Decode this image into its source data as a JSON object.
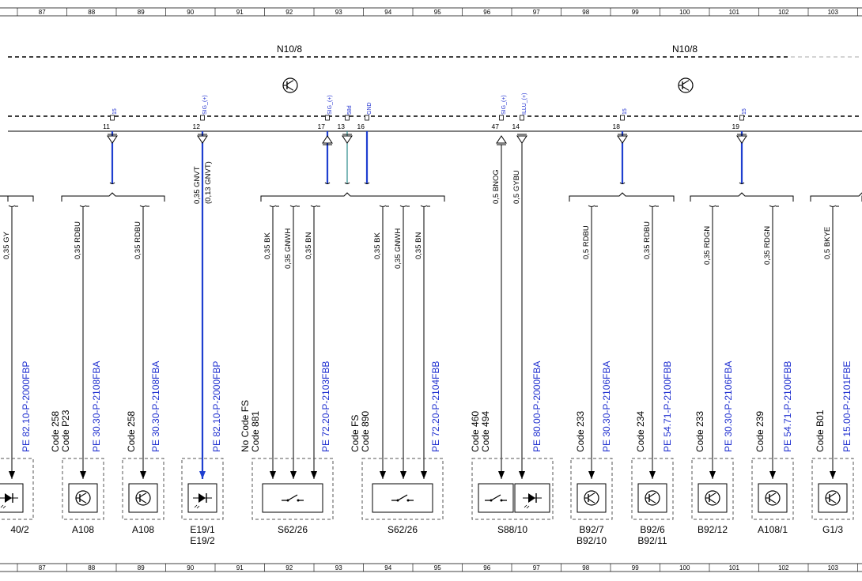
{
  "ruler": {
    "cells": [
      "87",
      "88",
      "89",
      "90",
      "91",
      "92",
      "93",
      "94",
      "95",
      "96",
      "97",
      "98",
      "99",
      "100",
      "101",
      "102",
      "103"
    ]
  },
  "module": {
    "label_left": "N10/8",
    "label_right": "N10/8"
  },
  "pins": [
    {
      "num": "11",
      "signal": "15"
    },
    {
      "num": "12",
      "signal": "SIG_(+)"
    },
    {
      "num": "17",
      "signal": "SIG_(+)"
    },
    {
      "num": "13",
      "signal": "58d"
    },
    {
      "num": "16",
      "signal": "GND"
    },
    {
      "num": "47",
      "signal": "SIG_(+)"
    },
    {
      "num": "14",
      "signal": "ILLU_(+)"
    },
    {
      "num": "18",
      "signal": "15"
    },
    {
      "num": "19",
      "signal": "15"
    }
  ],
  "wires": [
    {
      "label": "0,35 GY"
    },
    {
      "label": "0,35 RDBU"
    },
    {
      "label": "0,35 RDBU"
    },
    {
      "label": "0,35 GNVT",
      "label2": "(0,13 GNVT)"
    },
    {
      "label": "0,35 BK"
    },
    {
      "label": "0,35 GNWH"
    },
    {
      "label": "0,35 BN"
    },
    {
      "label": "0,35 BK"
    },
    {
      "label": "0,35 GNWH"
    },
    {
      "label": "0,35 BN"
    },
    {
      "label": "0,5 BNOG"
    },
    {
      "label": "0,5 GYBU"
    },
    {
      "label": "0,5 RDBU"
    },
    {
      "label": "0,35 RDBU"
    },
    {
      "label": "0,35 RDGN"
    },
    {
      "label": "0,35 RDGN"
    },
    {
      "label": "0,5 BKYE"
    }
  ],
  "components": [
    {
      "codes": [],
      "ref": "PE 82.10-P-2000FBP",
      "name": [
        "40/2"
      ]
    },
    {
      "codes": [
        "Code 258",
        "Code P23"
      ],
      "ref": "PE 30.30-P-2108FBA",
      "name": [
        "A108"
      ]
    },
    {
      "codes": [
        "Code 258"
      ],
      "ref": "PE 30.30-P-2108FBA",
      "name": [
        "A108"
      ]
    },
    {
      "codes": [],
      "ref": "PE 82.10-P-2000FBP",
      "name": [
        "E19/1",
        "E19/2"
      ]
    },
    {
      "codes": [
        "No Code FS",
        "Code 881"
      ],
      "ref": "PE 72.20-P-2103FBB",
      "name": [
        "S62/26"
      ]
    },
    {
      "codes": [
        "Code FS",
        "Code 890"
      ],
      "ref": "PE 72.20-P-2104FBB",
      "name": [
        "S62/26"
      ]
    },
    {
      "codes": [
        "Code 460",
        "Code 494"
      ],
      "ref": "PE 80.00-P-2000FBA",
      "name": [
        "S88/10"
      ]
    },
    {
      "codes": [
        "Code 233"
      ],
      "ref": "PE 30.30-P-2106FBA",
      "name": [
        "B92/7",
        "B92/10"
      ]
    },
    {
      "codes": [
        "Code 234"
      ],
      "ref": "PE 54.71-P-2100FBB",
      "name": [
        "B92/6",
        "B92/11"
      ]
    },
    {
      "codes": [
        "Code 233"
      ],
      "ref": "PE 30.30-P-2106FBA",
      "name": [
        "B92/12"
      ]
    },
    {
      "codes": [
        "Code 239"
      ],
      "ref": "PE 54.71-P-2100FBB",
      "name": [
        "A108/1"
      ]
    },
    {
      "codes": [
        "Code B01"
      ],
      "ref": "PE 15.00-P-2101FBE",
      "name": [
        "G1/3"
      ]
    }
  ],
  "colors": {
    "ref_link": "#1f2fd0",
    "blue_wire": "#1f3fd0",
    "line": "#000000",
    "teal_wire": "#2a8a8a"
  }
}
